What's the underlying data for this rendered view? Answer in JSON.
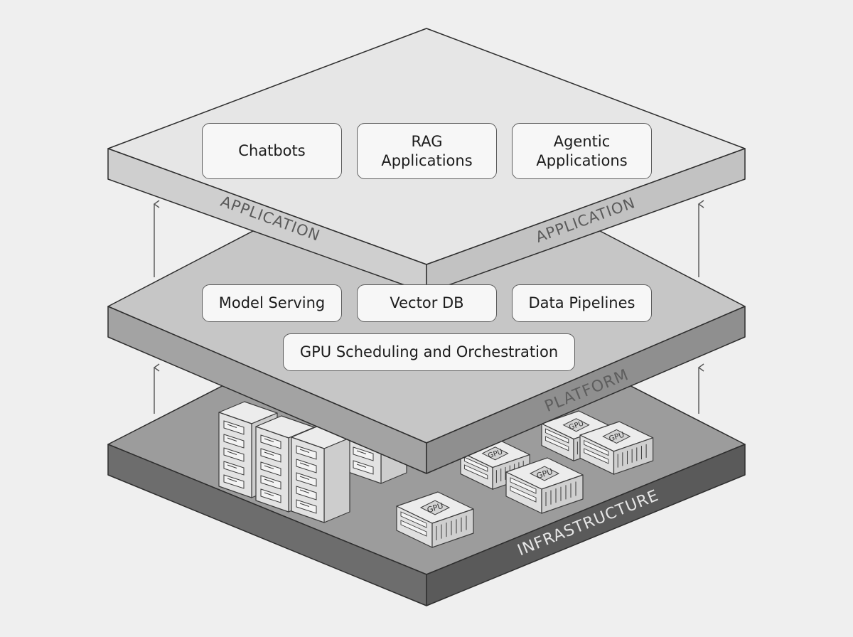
{
  "layers": {
    "application": {
      "label": "APPLICATION",
      "components": [
        "Chatbots",
        "RAG\nApplications",
        "Agentic\nApplications"
      ]
    },
    "platform": {
      "label": "PLATFORM",
      "components": [
        "Model Serving",
        "Vector DB",
        "Data Pipelines",
        "GPU Scheduling and Orchestration"
      ]
    },
    "infrastructure": {
      "label": "INFRASTRUCTURE",
      "gpu_label": "GPU"
    }
  },
  "colors": {
    "background": "#efefef",
    "application_top": "#e6e6e6",
    "platform_top": "#c6c6c6",
    "infrastructure_top": "#9c9c9c",
    "outline": "#2e2e2e"
  },
  "icons": [
    "up-arrow-icon",
    "server-rack-icon",
    "gpu-server-icon"
  ]
}
